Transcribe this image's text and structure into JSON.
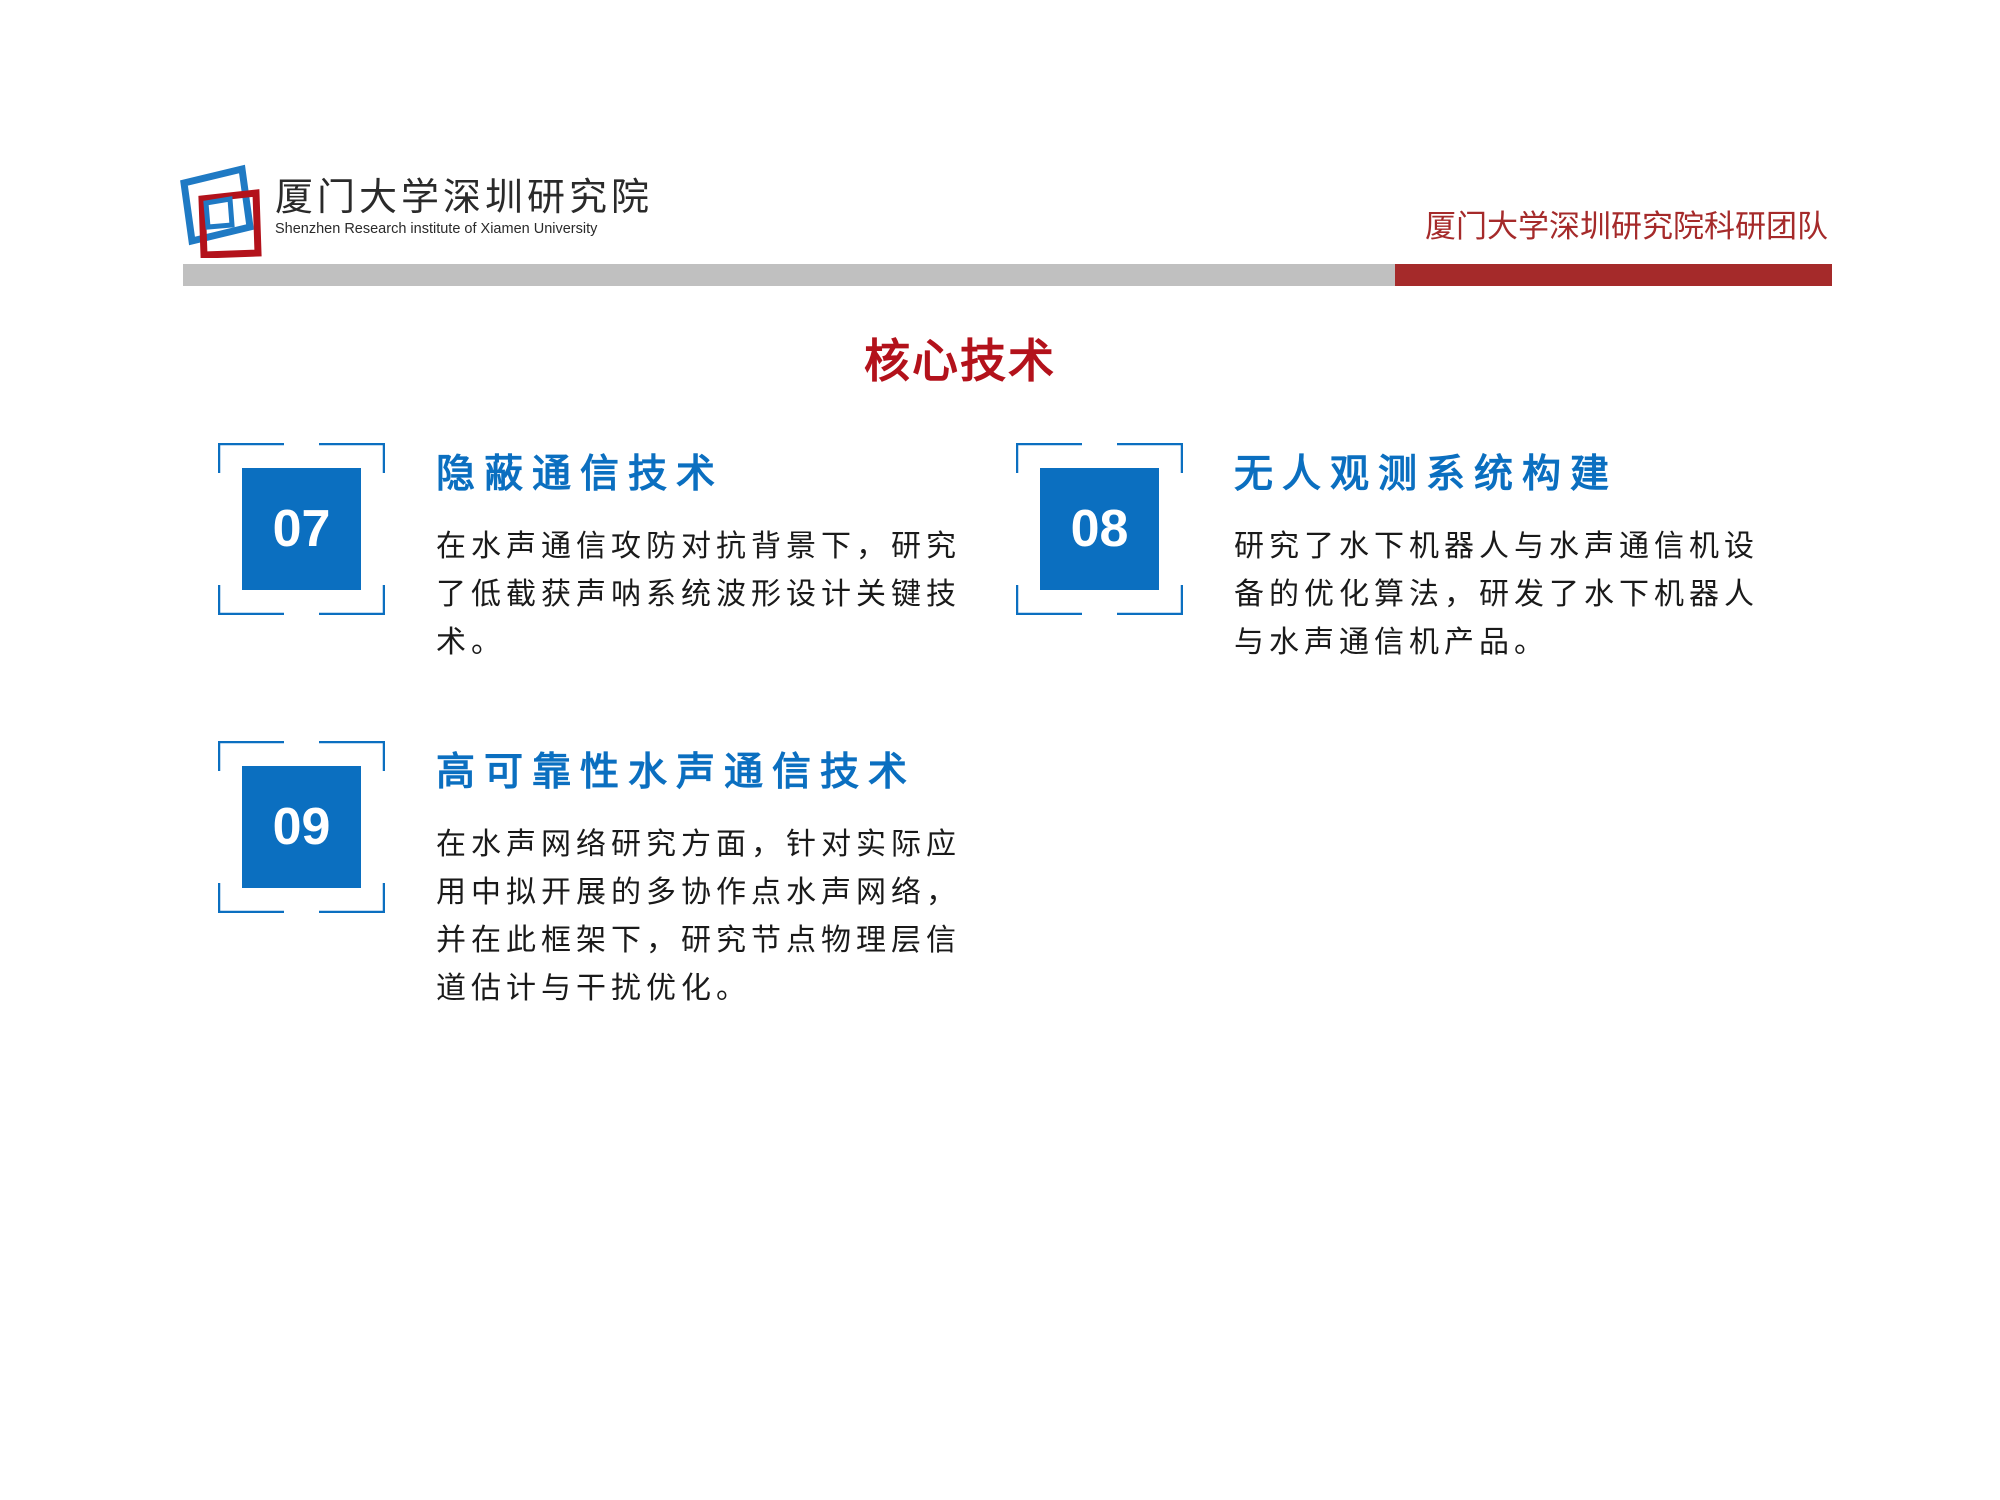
{
  "header": {
    "logo_title": "厦门大学深圳研究院",
    "logo_subtitle": "Shenzhen Research institute of Xiamen University",
    "team_name": "厦门大学深圳研究院科研团队"
  },
  "page_title": "核心技术",
  "colors": {
    "accent_blue": "#0b6fc0",
    "title_red": "#b3121b",
    "bar_red": "#a52a2a",
    "bar_gray": "#c0c0c0"
  },
  "items": [
    {
      "number": "07",
      "title": "隐蔽通信技术",
      "description": "在水声通信攻防对抗背景下，研究了低截获声呐系统波形设计关键技术。"
    },
    {
      "number": "08",
      "title": "无人观测系统构建",
      "description": "研究了水下机器人与水声通信机设备的优化算法，研发了水下机器人与水声通信机产品。"
    },
    {
      "number": "09",
      "title": "高可靠性水声通信技术",
      "description": "在水声网络研究方面，针对实际应用中拟开展的多协作点水声网络，并在此框架下，研究节点物理层信道估计与干扰优化。"
    }
  ]
}
